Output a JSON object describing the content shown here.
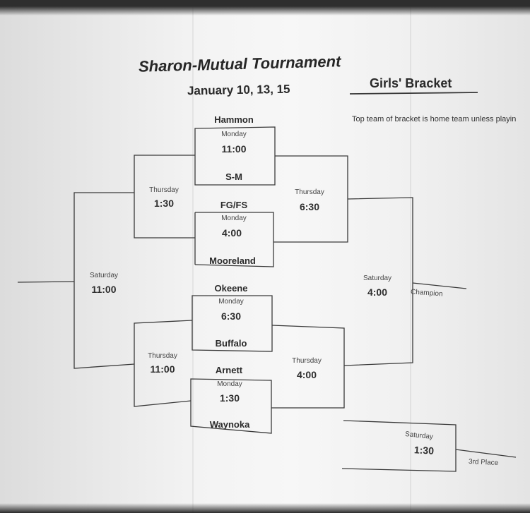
{
  "document": {
    "title": "Sharon-Mutual Tournament",
    "dates": "January 10, 13, 15",
    "bracket_name": "Girls' Bracket",
    "note": "Top team of bracket is home team unless playin"
  },
  "monday_games": [
    {
      "day": "Monday",
      "time": "11:00",
      "top_team": "Hammon",
      "bottom_team": "S-M"
    },
    {
      "day": "Monday",
      "time": "4:00",
      "top_team": "FG/FS",
      "bottom_team": "Mooreland"
    },
    {
      "day": "Monday",
      "time": "6:30",
      "top_team": "Okeene",
      "bottom_team": "Buffalo"
    },
    {
      "day": "Monday",
      "time": "1:30",
      "top_team": "Arnett",
      "bottom_team": "Waynoka"
    }
  ],
  "thursday_games": [
    {
      "day": "Thursday",
      "time": "1:30"
    },
    {
      "day": "Thursday",
      "time": "6:30"
    },
    {
      "day": "Thursday",
      "time": "11:00"
    },
    {
      "day": "Thursday",
      "time": "4:00"
    }
  ],
  "saturday_games": [
    {
      "day": "Saturday",
      "time": "11:00"
    },
    {
      "day": "Saturday",
      "time": "4:00"
    },
    {
      "day": "Saturday",
      "time": "1:30"
    }
  ],
  "labels": {
    "champion": "Champion",
    "third_place": "3rd Place"
  }
}
